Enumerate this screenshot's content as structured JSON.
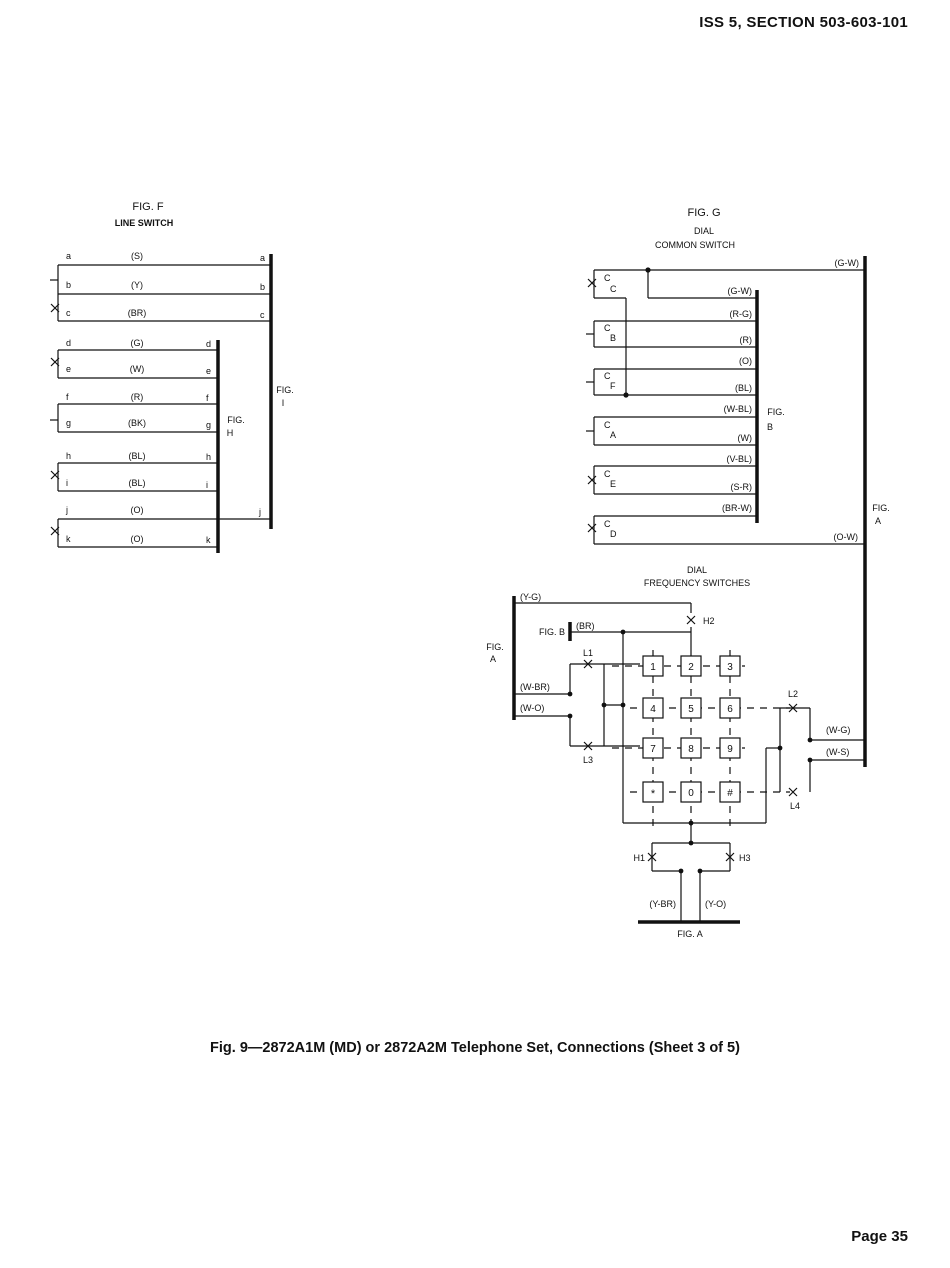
{
  "header": {
    "section": "ISS 5, SECTION 503-603-101"
  },
  "caption": "Fig. 9—2872A1M (MD) or 2872A2M Telephone Set, Connections (Sheet 3 of 5)",
  "page_number": "Page 35",
  "fig_f": {
    "title": "FIG. F",
    "subtitle": "LINE SWITCH",
    "rows": [
      {
        "left": "a",
        "color": "(S)",
        "right": "a"
      },
      {
        "left": "b",
        "color": "(Y)",
        "right": "b"
      },
      {
        "left": "c",
        "color": "(BR)",
        "right": "c"
      },
      {
        "left": "d",
        "color": "(G)",
        "right": "d"
      },
      {
        "left": "e",
        "color": "(W)",
        "right": "e"
      },
      {
        "left": "f",
        "color": "(R)",
        "right": "f"
      },
      {
        "left": "g",
        "color": "(BK)",
        "right": "g"
      },
      {
        "left": "h",
        "color": "(BL)",
        "right": "h"
      },
      {
        "left": "i",
        "color": "(BL)",
        "right": "i"
      },
      {
        "left": "j",
        "color": "(O)",
        "right": "j"
      },
      {
        "left": "k",
        "color": "(O)",
        "right": "k"
      }
    ],
    "bus_h": [
      "FIG.",
      "H"
    ],
    "bus_i": [
      "FIG.",
      "I"
    ]
  },
  "fig_g": {
    "title": "FIG. G",
    "subtitle1": "DIAL",
    "subtitle2": "COMMON SWITCH",
    "contacts": [
      {
        "main": "C",
        "sub": "C"
      },
      {
        "main": "C",
        "sub": "B"
      },
      {
        "main": "C",
        "sub": "F"
      },
      {
        "main": "C",
        "sub": "A"
      },
      {
        "main": "C",
        "sub": "E"
      },
      {
        "main": "C",
        "sub": "D"
      }
    ],
    "wires": [
      "(G-W)",
      "(G-W)",
      "(R-G)",
      "(R)",
      "(O)",
      "(BL)",
      "(W-BL)",
      "(W)",
      "(V-BL)",
      "(S-R)",
      "(BR-W)",
      "(O-W)"
    ],
    "bus_b": [
      "FIG.",
      "B"
    ],
    "bus_a": [
      "FIG.",
      "A"
    ]
  },
  "freq": {
    "title1": "DIAL",
    "title2": "FREQUENCY SWITCHES",
    "keys": [
      "1",
      "2",
      "3",
      "4",
      "5",
      "6",
      "7",
      "8",
      "9",
      "*",
      "0",
      "#"
    ],
    "wires": {
      "yg": "(Y-G)",
      "br": "(BR)",
      "wbr": "(W-BR)",
      "wo": "(W-O)",
      "wg": "(W-G)",
      "ws": "(W-S)",
      "ybr": "(Y-BR)",
      "yo": "(Y-O)"
    },
    "labels": {
      "h1": "H1",
      "h2": "H2",
      "h3": "H3",
      "l1": "L1",
      "l2": "L2",
      "l3": "L3",
      "l4": "L4",
      "fig_b": "FIG. B",
      "fig_a_left": [
        "FIG.",
        "A"
      ],
      "fig_a_bottom": "FIG. A"
    }
  }
}
